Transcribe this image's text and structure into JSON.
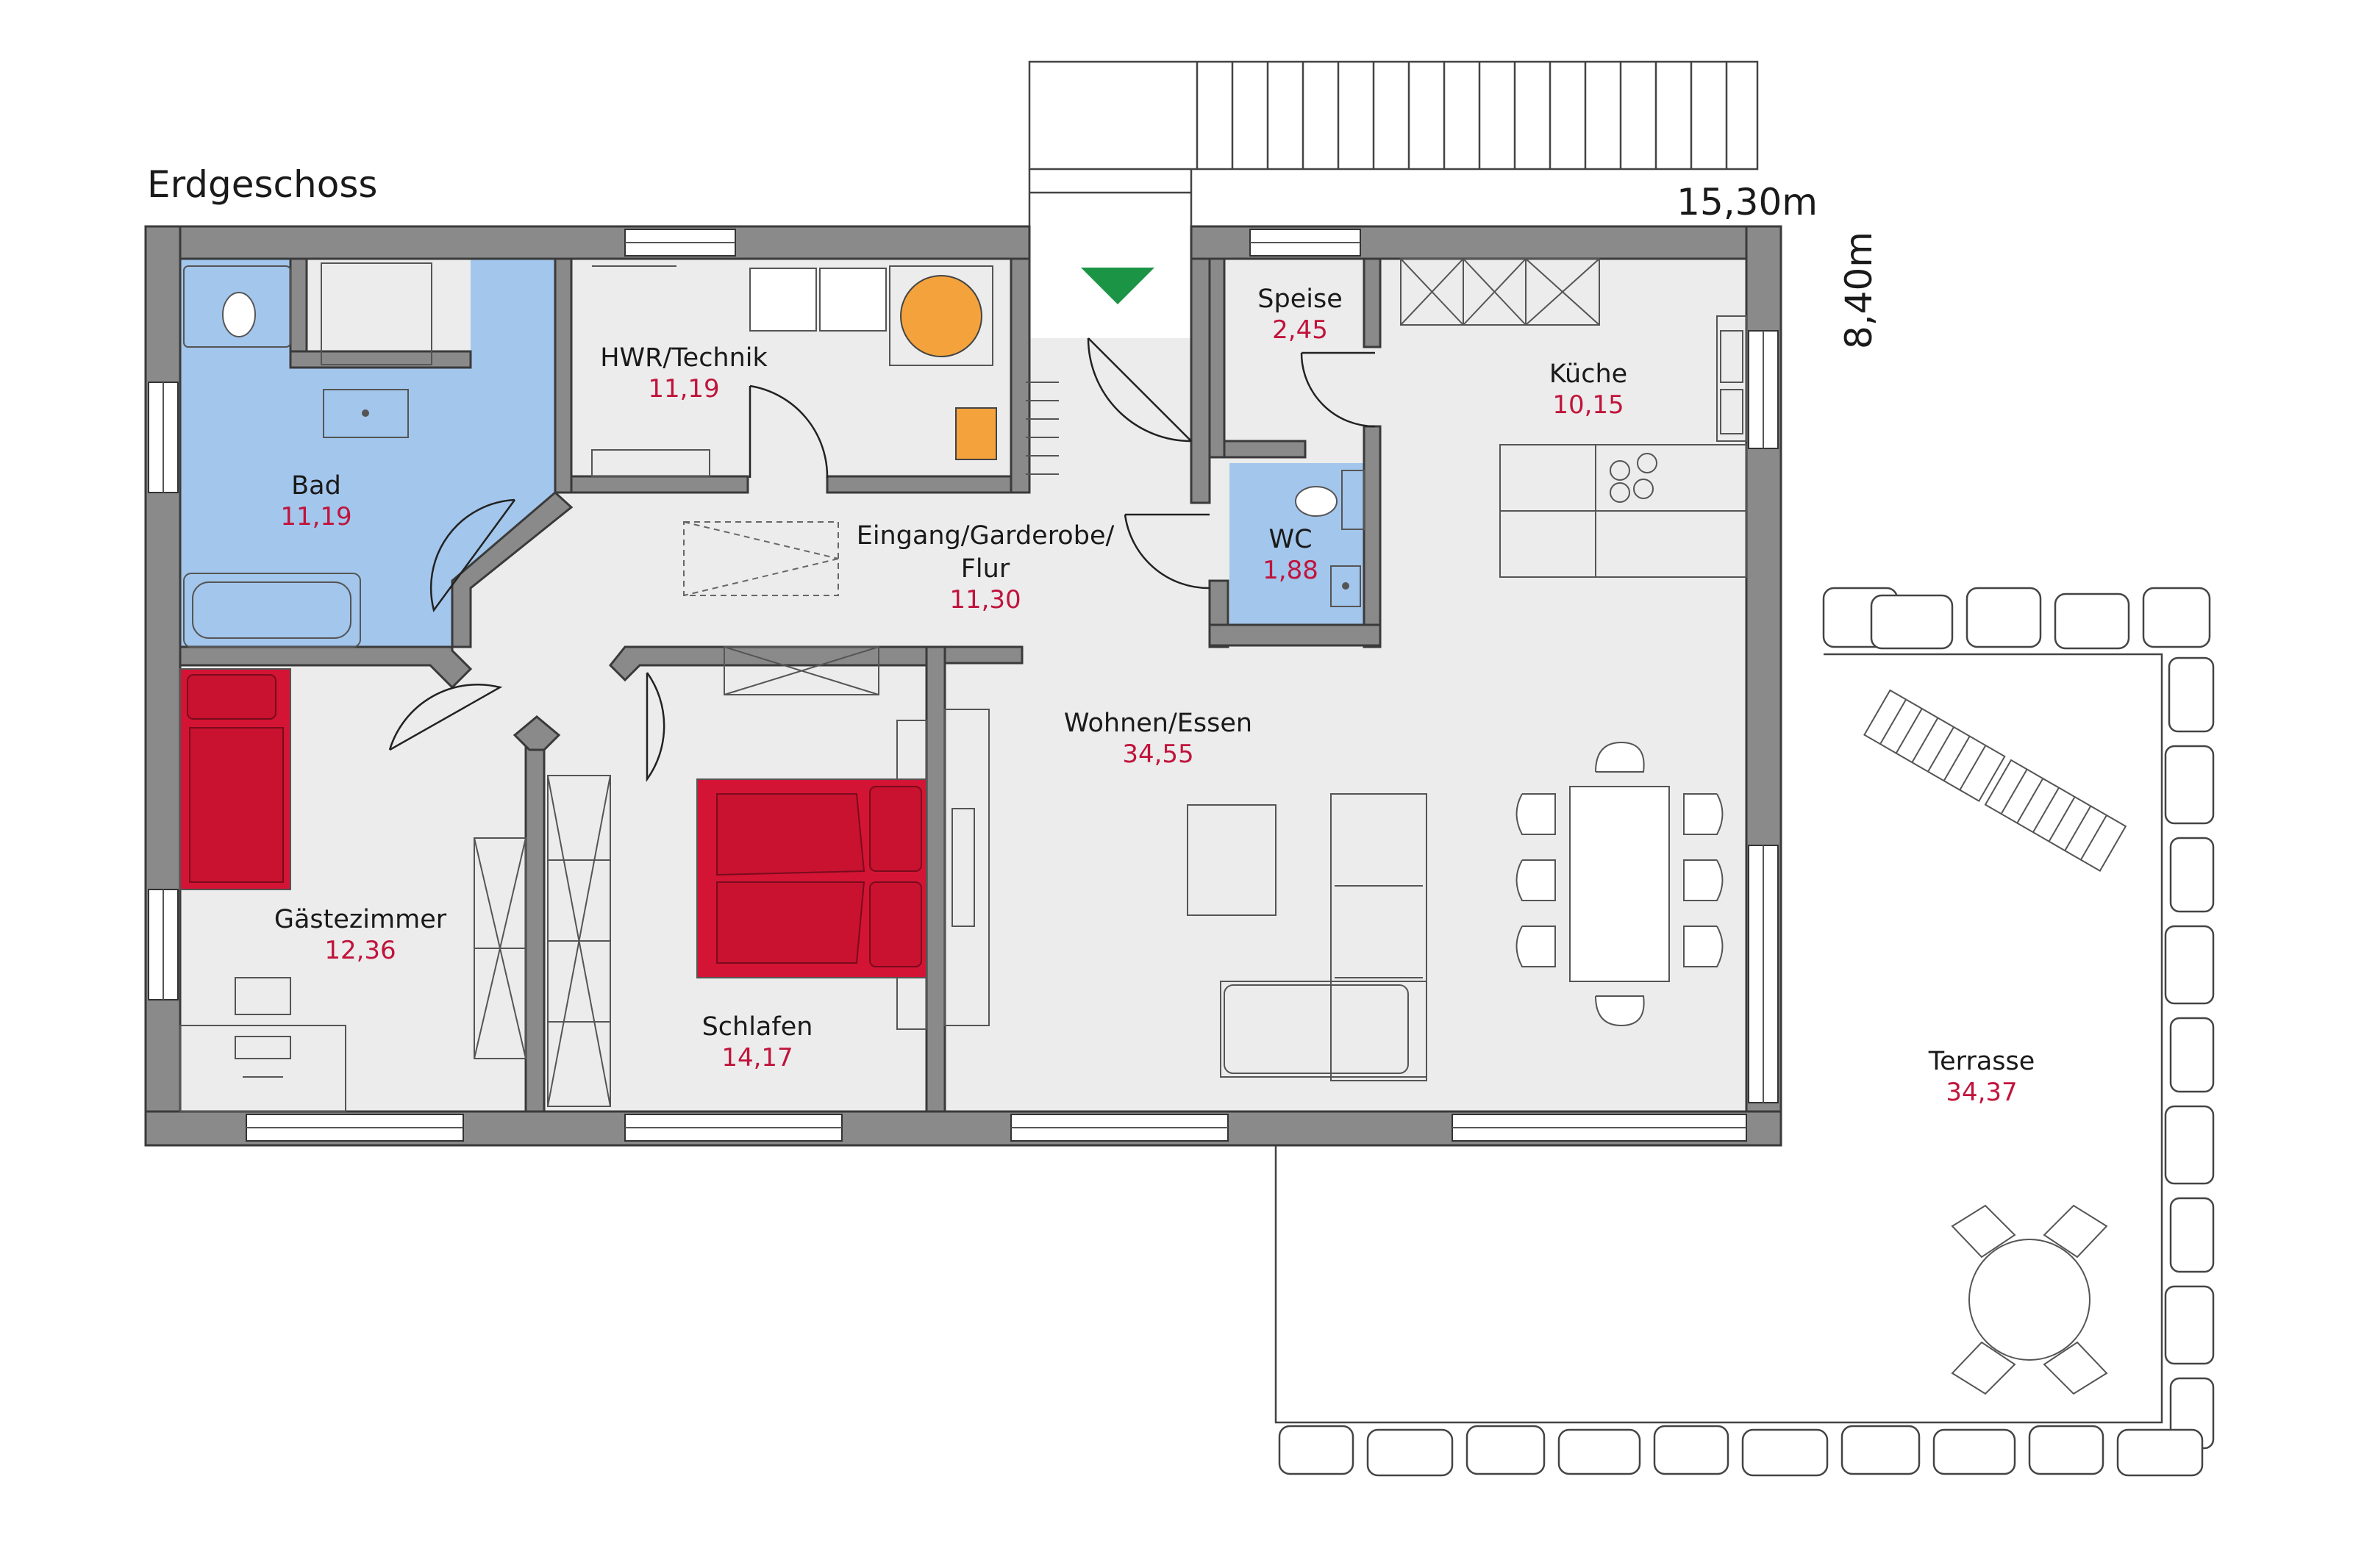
{
  "title": "Erdgeschoss",
  "dimensions": {
    "width": "15,30m",
    "depth": "8,40m"
  },
  "colors": {
    "wall": "#8a8a8a",
    "floor": "#ececec",
    "wet_room": "#a3c6ec",
    "bed": "#d41434",
    "boiler": "#f4a33c",
    "entrance_marker": "#1c9446",
    "area_text": "#c0143c"
  },
  "rooms": {
    "bad": {
      "name": "Bad",
      "area": "11,19"
    },
    "hwr": {
      "name": "HWR/Technik",
      "area": "11,19"
    },
    "flur": {
      "name_line1": "Eingang/Garderobe/",
      "name_line2": "Flur",
      "area": "11,30"
    },
    "speise": {
      "name": "Speise",
      "area": "2,45"
    },
    "kueche": {
      "name": "Küche",
      "area": "10,15"
    },
    "wc": {
      "name": "WC",
      "area": "1,88"
    },
    "wohnen": {
      "name": "Wohnen/Essen",
      "area": "34,55"
    },
    "gaeste": {
      "name": "Gästezimmer",
      "area": "12,36"
    },
    "schlafen": {
      "name": "Schlafen",
      "area": "14,17"
    },
    "terrasse": {
      "name": "Terrasse",
      "area": "34,37"
    }
  }
}
